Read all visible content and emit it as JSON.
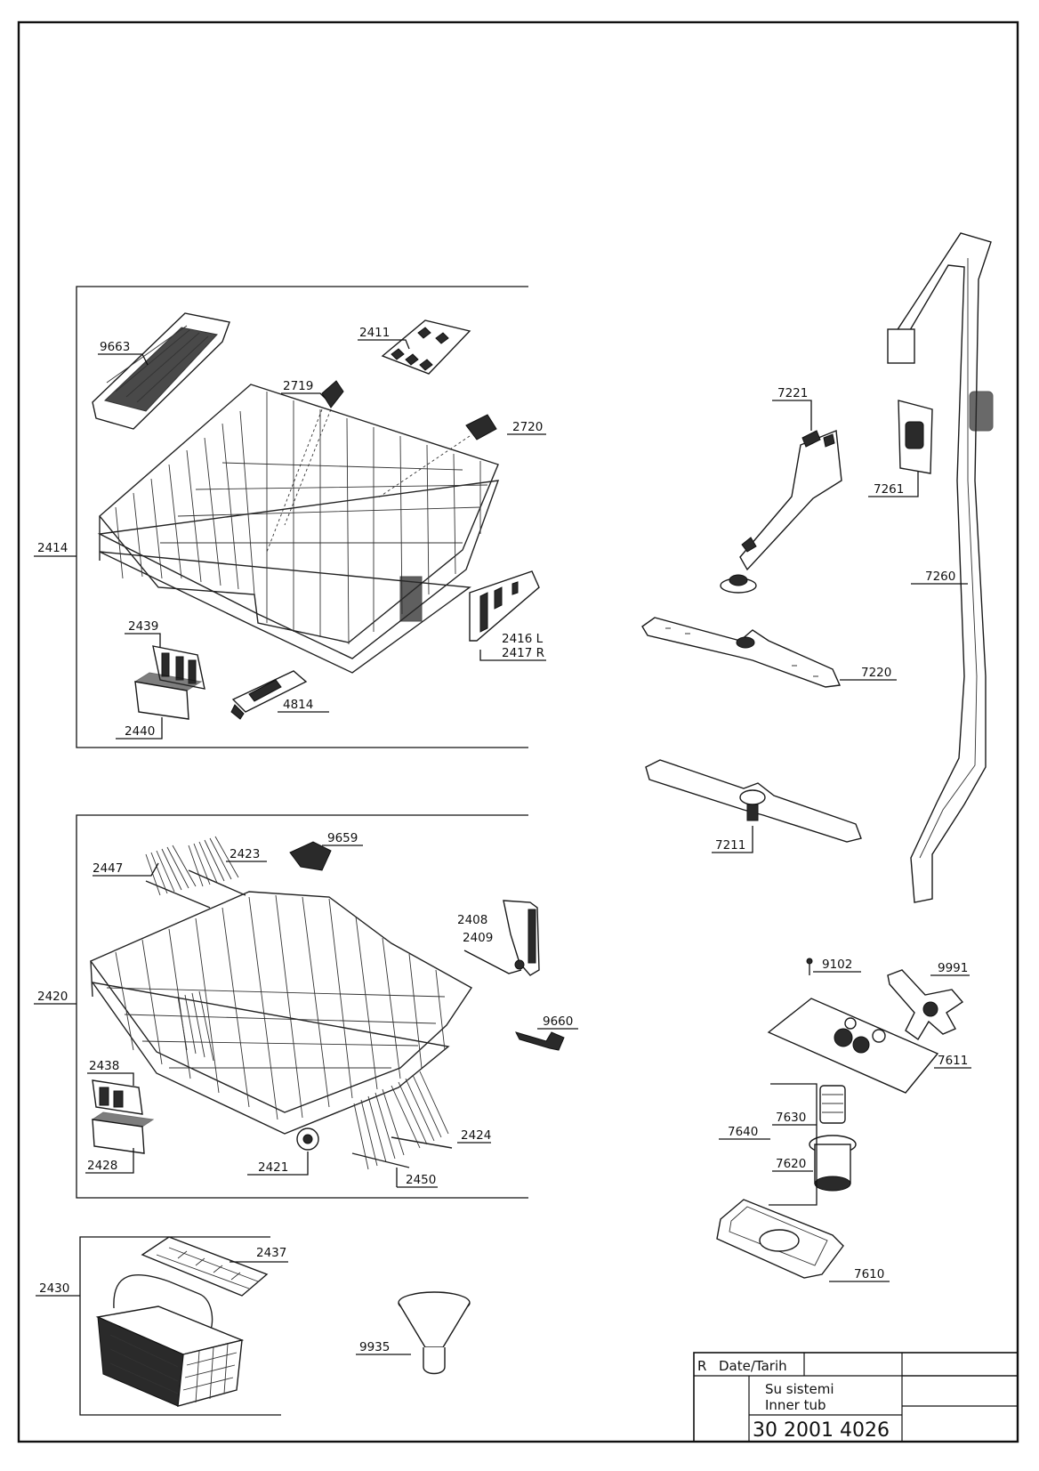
{
  "labels": {
    "p9663": "9663",
    "p2411": "2411",
    "p2719": "2719",
    "p2720": "2720",
    "p2414": "2414",
    "p2439": "2439",
    "p2416": "2416 L",
    "p2417": "2417 R",
    "p4814": "4814",
    "p2440": "2440",
    "p9659": "9659",
    "p2423": "2423",
    "p2447": "2447",
    "p2408": "2408",
    "p2409": "2409",
    "p2420": "2420",
    "p9660": "9660",
    "p2438": "2438",
    "p2424": "2424",
    "p2421": "2421",
    "p2428": "2428",
    "p2450": "2450",
    "p2437": "2437",
    "p2430": "2430",
    "p9935": "9935",
    "p7221": "7221",
    "p7261": "7261",
    "p7260": "7260",
    "p7220": "7220",
    "p7211": "7211",
    "p9102": "9102",
    "p9991": "9991",
    "p7611": "7611",
    "p7640": "7640",
    "p7630": "7630",
    "p7620": "7620",
    "p7610": "7610"
  },
  "title_block": {
    "rev": "R",
    "date_label": "Date/Tarih",
    "title_tr": "Su sistemi",
    "title_en": "Inner tub",
    "drawing_no": "30 2001 4026"
  }
}
